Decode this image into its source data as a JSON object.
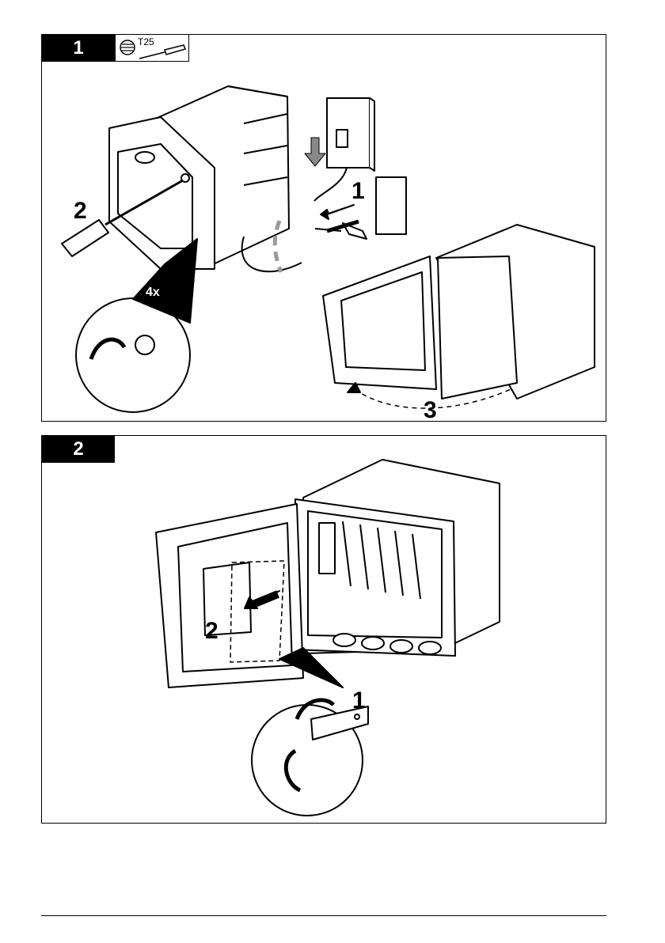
{
  "step1": {
    "number": "1",
    "tool_label": "T25",
    "callouts": {
      "unplug": "1",
      "screwdriver": "2",
      "count": "4x",
      "open_door": "3"
    }
  },
  "step2": {
    "number": "2",
    "callouts": {
      "peel": "1",
      "attach": "2"
    }
  }
}
